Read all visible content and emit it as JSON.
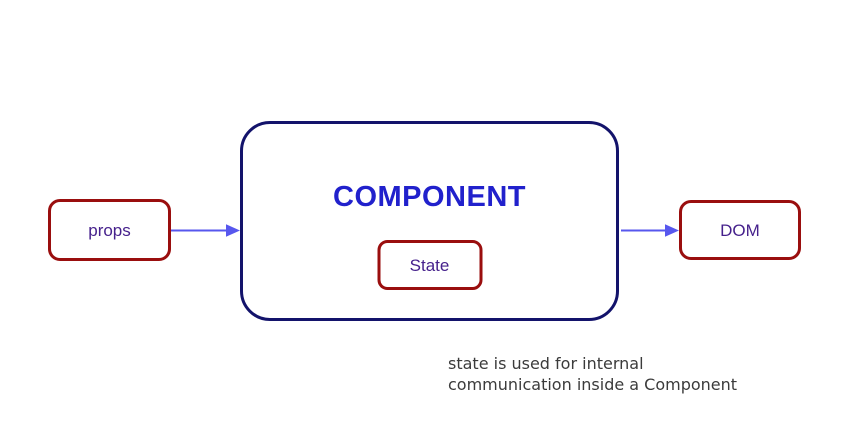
{
  "diagram": {
    "nodes": {
      "props": {
        "label": "props"
      },
      "component": {
        "label": "COMPONENT"
      },
      "state": {
        "label": "State"
      },
      "dom": {
        "label": "DOM"
      }
    },
    "arrows": [
      {
        "name": "props-to-component",
        "from": "props",
        "to": "component"
      },
      {
        "name": "component-to-dom",
        "from": "component",
        "to": "dom"
      }
    ],
    "caption": {
      "line1": "state is used for internal",
      "line2": "communication inside a Component"
    }
  },
  "colors": {
    "box_border_red": "#9a0e0e",
    "component_border_navy": "#13136b",
    "component_title_blue": "#2121cc",
    "label_purple": "#46218c",
    "arrow_blue": "#5757ee",
    "caption_gray": "#3b3b3b",
    "canvas_bg": "#ffffff"
  }
}
